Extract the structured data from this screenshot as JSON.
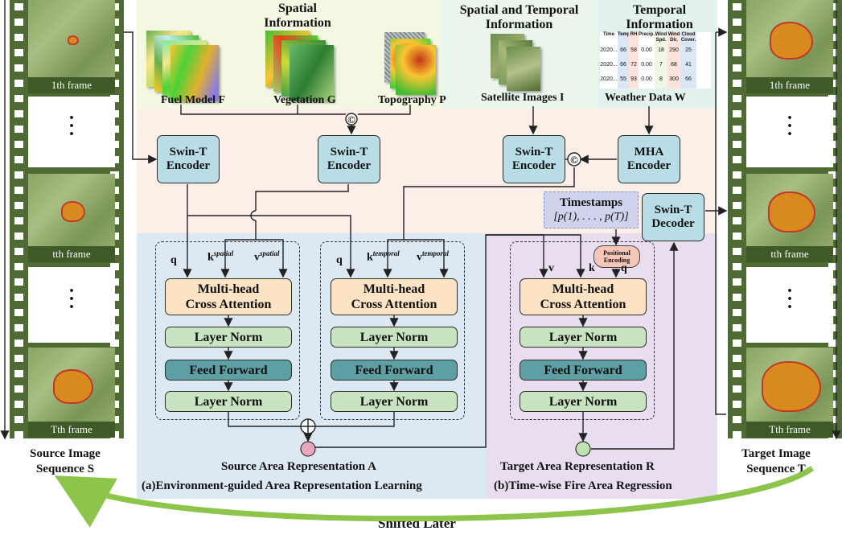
{
  "spatial_info": {
    "title": "Spatial\nInformation",
    "fuel": "Fuel Model F",
    "vegetation": "Vegetation G",
    "topography": "Topography P"
  },
  "spatiotemporal_info": {
    "title": "Spatial and Temporal\nInformation",
    "satellite": "Satellite Images I"
  },
  "temporal_info": {
    "title": "Temporal\nInformation",
    "weather": "Weather Data W",
    "table_headers": [
      "Time",
      "Temp.",
      "RH",
      "Precip.",
      "Wind Spd.",
      "Wind Dir.",
      "Cloud Cover."
    ],
    "table_rows": [
      [
        "2020...",
        "66",
        "58",
        "0.00",
        "18",
        "290",
        "25"
      ],
      [
        "2020...",
        "66",
        "72",
        "0.00",
        "7",
        "68",
        "41"
      ],
      [
        "2020...",
        "55",
        "93",
        "0.00",
        "8",
        "300",
        "66"
      ]
    ]
  },
  "encoders": {
    "swin1": "Swin-T\nEncoder",
    "swin2": "Swin-T\nEncoder",
    "swin3": "Swin-T\nEncoder",
    "mha": "MHA\nEncoder",
    "decoder": "Swin-T\nDecoder"
  },
  "concat_symbol": "©",
  "timestamps": {
    "title": "Timestamps",
    "formula": "[p(1), . . . , p(T)]"
  },
  "positional_encoding": "Positional\nEncoding",
  "blocks": {
    "mhca": "Multi-head\nCross Attention",
    "layer_norm": "Layer Norm",
    "feed_forward": "Feed Forward"
  },
  "qkv": {
    "q": "q",
    "k": "k",
    "v": "v",
    "spatial": "spatial",
    "temporal": "temporal"
  },
  "source_repr": "Source Area Representation A",
  "target_repr": "Target Area Representation R",
  "section_a": "(a)Environment-guided Area Representation Learning",
  "section_b": "(b)Time-wise Fire Area Regression",
  "source_seq": {
    "label": "Source Image\nSequence S",
    "frames": [
      "1th frame",
      "tth frame",
      "Tth frame"
    ]
  },
  "target_seq": {
    "label": "Target Image\nSequence T",
    "frames": [
      "1th frame",
      "tth frame",
      "Tth frame"
    ]
  },
  "shifted": "Shifted Later",
  "colors": {
    "encoder": "#b9dde6",
    "mhca": "#fbe3c4",
    "layer_norm": "#c9e4c0",
    "feed_forward": "#5d9fa3",
    "region_a": "#dce9f3",
    "region_b": "#e6dcef",
    "region_top": "#fbf5e6",
    "arrow_green": "#8cc54a"
  }
}
